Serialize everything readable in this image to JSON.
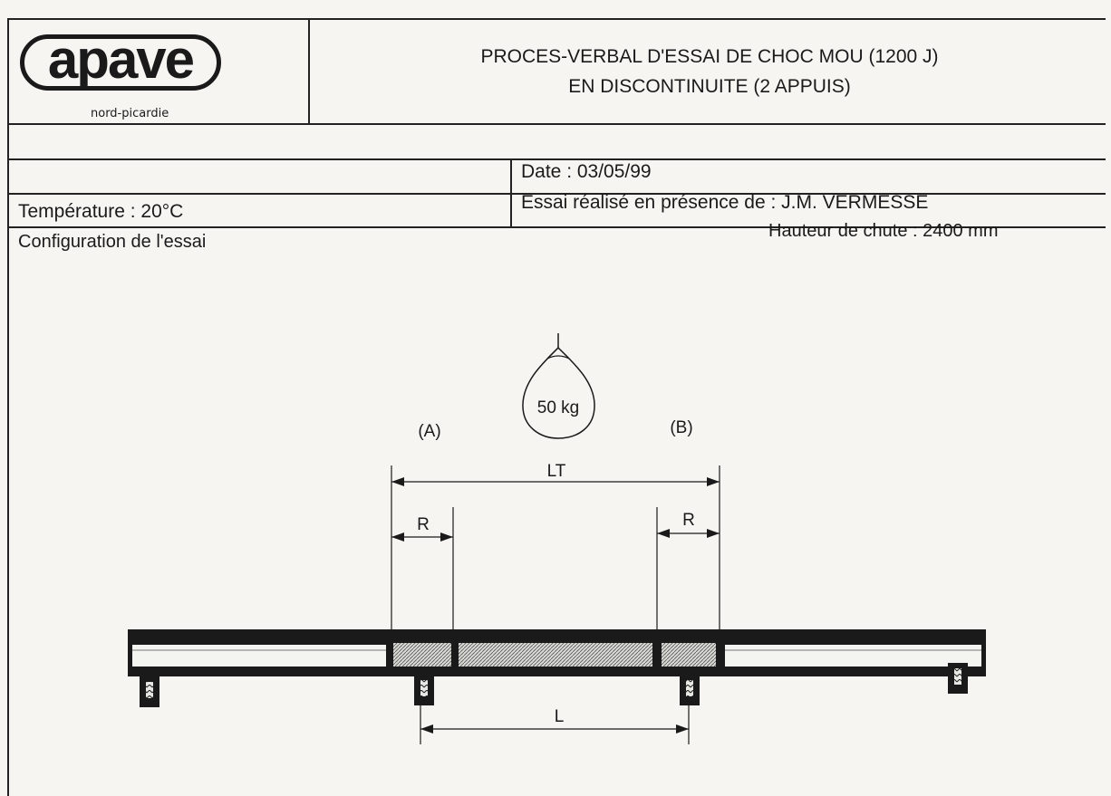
{
  "header": {
    "logo_text": "apave",
    "logo_subtext": "nord-picardie",
    "title_line1": "PROCES-VERBAL D'ESSAI DE CHOC MOU (1200 J)",
    "title_line2": "EN DISCONTINUITE (2 APPUIS)"
  },
  "info": {
    "date": "Date : 03/05/99",
    "temperature": "Température : 20°C",
    "witness": "Essai réalisé en présence de : J.M. VERMESSE",
    "configuration": "Configuration de l'essai",
    "drop_height": "Hauteur de chute : 2400 mm"
  },
  "diagram": {
    "weight_label": "50 kg",
    "support_a": "(A)",
    "support_b": "(B)",
    "total_length": "LT",
    "overhang_left": "R",
    "overhang_right": "R",
    "span": "L"
  }
}
